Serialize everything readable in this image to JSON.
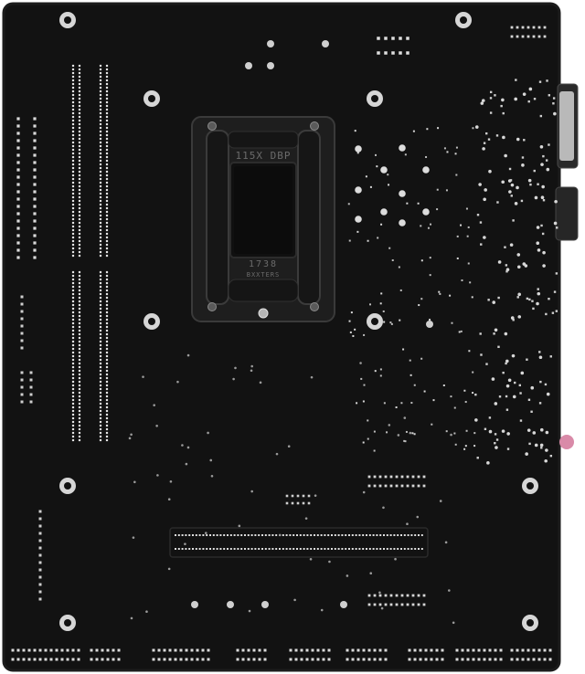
{
  "image": {
    "subject": "motherboard-rear-side",
    "colors": {
      "pcb": "#121212",
      "pcb_edge": "#1c1c1c",
      "pad_white": "#e8e8e8",
      "pad_gray": "#9a9a9a",
      "solder_silver": "#c9c9c9",
      "bracket": "#1e1e1e",
      "bracket_edge": "#3a3a3a",
      "audio_pink": "#d98aa8"
    }
  },
  "backplate": {
    "label_top": "115X DBP",
    "label_bottom_1": "1738",
    "label_bottom_2": "BXXTERS"
  }
}
